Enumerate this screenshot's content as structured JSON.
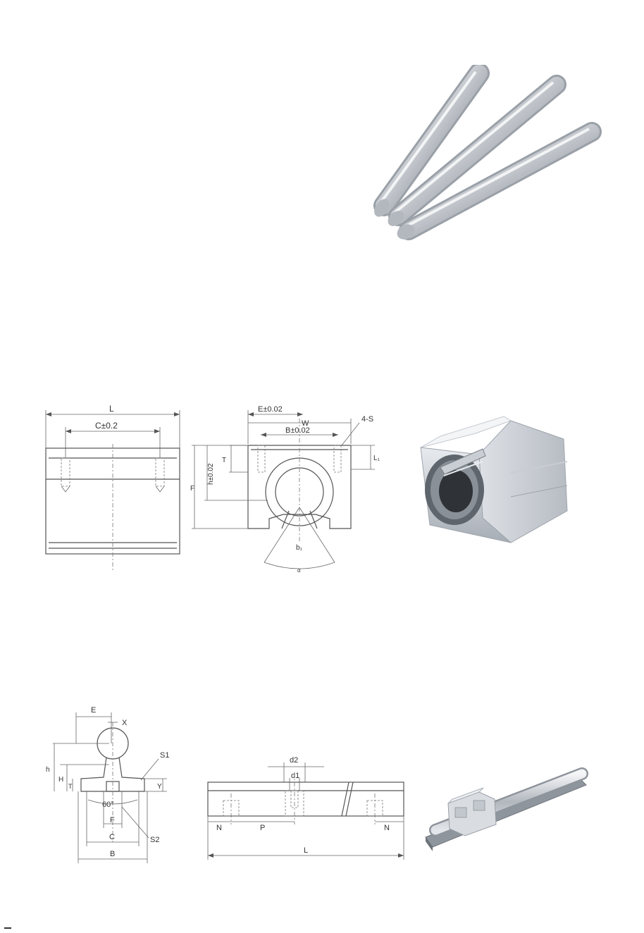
{
  "colors": {
    "line": "#555555",
    "metal_light": "#eef0f3",
    "metal_mid": "#b9bec6",
    "metal_dark": "#7d838c",
    "background": "#ffffff"
  },
  "housing_drawing": {
    "side_view": {
      "length_label": "L",
      "center_label": "C±0.2"
    },
    "end_view": {
      "e_label": "E±0.02",
      "w_label": "W",
      "b_label": "B±0.02",
      "s_label": "4-S",
      "t_label": "T",
      "l1_label": "L₁",
      "f_label": "F",
      "h_label": "h±0.02",
      "b1_label": "b₁",
      "angle_label": "α"
    }
  },
  "rail_drawing": {
    "cross_section": {
      "e_label": "E",
      "x_label": "X",
      "s1_label": "S1",
      "h_label": "h",
      "h_upper_label": "H",
      "t_label": "T",
      "y_label": "Y",
      "angle_label": "60°",
      "f_label": "F",
      "c_label": "C",
      "s2_label": "S2",
      "b_label": "B"
    },
    "side_view": {
      "d2_label": "d2",
      "d1_label": "d1",
      "n_label": "N",
      "p_label": "P",
      "l_label": "L"
    }
  },
  "icons": [
    "linear-shafts-photo",
    "open-bearing-block-photo",
    "supported-rail-photo"
  ]
}
